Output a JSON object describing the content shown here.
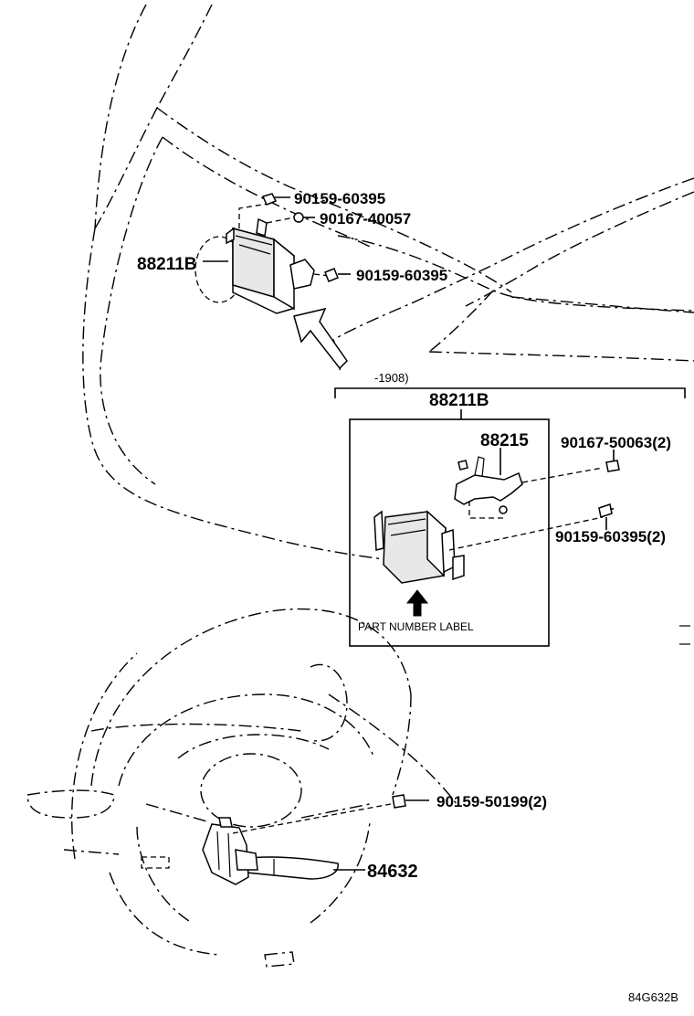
{
  "callouts": {
    "bolt_top": "90159-60395",
    "nut_top": "90167-40057",
    "bolt_right": "90159-60395",
    "module_main": "88211B",
    "date_range": "-1908)",
    "detail_module": "88211B",
    "bracket": "88215",
    "detail_nut": "90167-50063(2)",
    "detail_bolt": "90159-60395(2)",
    "part_number_label": "PART NUMBER LABEL",
    "wheel_bolt": "90159-50199(2)",
    "switch": "84632",
    "diagram_code": "84G632B"
  }
}
